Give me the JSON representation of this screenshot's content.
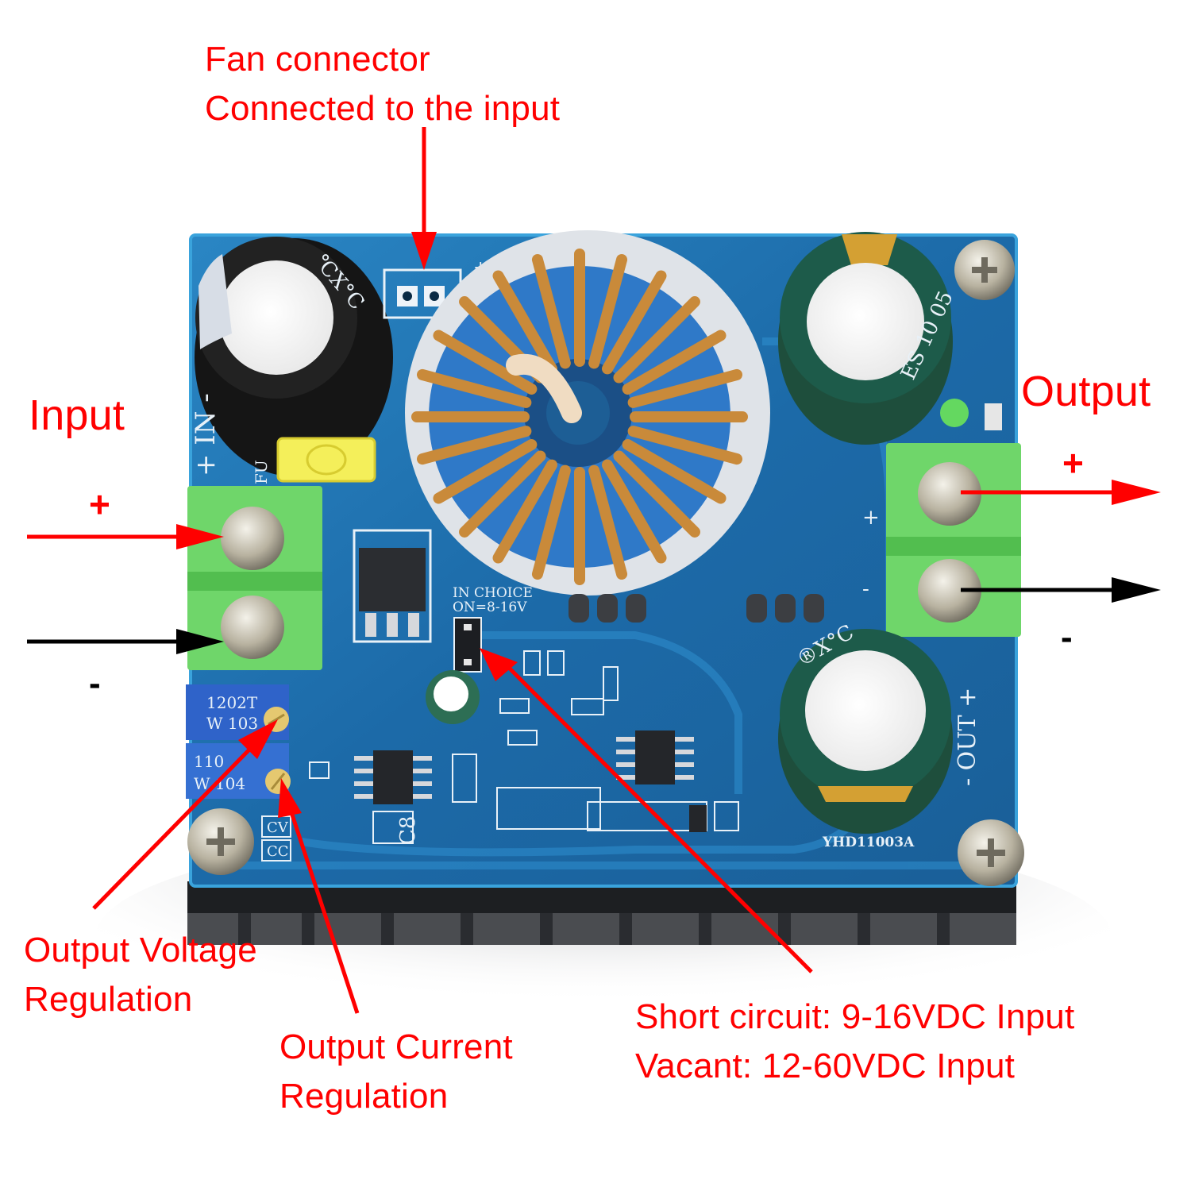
{
  "image": {
    "subject": "DC-DC boost converter module with heatsink",
    "board_silkscreen": {
      "model": "YHD11003A",
      "in_choice_line1": "IN CHOICE",
      "in_choice_line2": "ON=8-16V",
      "input_marking": "+ IN -",
      "output_marking": "- OUT +",
      "fuse_marking": "FU",
      "pot_labels": [
        "CV",
        "CC"
      ],
      "pot1_marking": [
        "1202T",
        "W 103"
      ],
      "pot2_marking": [
        "110",
        "W 104"
      ],
      "cap_marking_input": "℃X°C",
      "cap_marking_out_top": "ES 10 05",
      "cap_marking_out_bottom": "®X°C",
      "fan_plus": "+",
      "out_plus": "+",
      "out_minus": "-"
    },
    "colors": {
      "annotation": "#ff0000",
      "annotation_secondary": "#000000",
      "pcb": "#1e6fae",
      "terminal": "#6fd66a",
      "copper": "#c98a3a"
    }
  },
  "annotations": {
    "fan": {
      "line1": "Fan connector",
      "line2": "Connected to the input"
    },
    "input": {
      "title": "Input",
      "plus": "+",
      "minus": "-"
    },
    "output": {
      "title": "Output",
      "plus": "+",
      "minus": "-"
    },
    "voltage_reg": {
      "line1": "Output Voltage",
      "line2": "Regulation"
    },
    "current_reg": {
      "line1": "Output Current",
      "line2": "Regulation"
    },
    "jumper": {
      "line1": "Short circuit: 9-16VDC Input",
      "line2": "Vacant: 12-60VDC Input"
    }
  }
}
